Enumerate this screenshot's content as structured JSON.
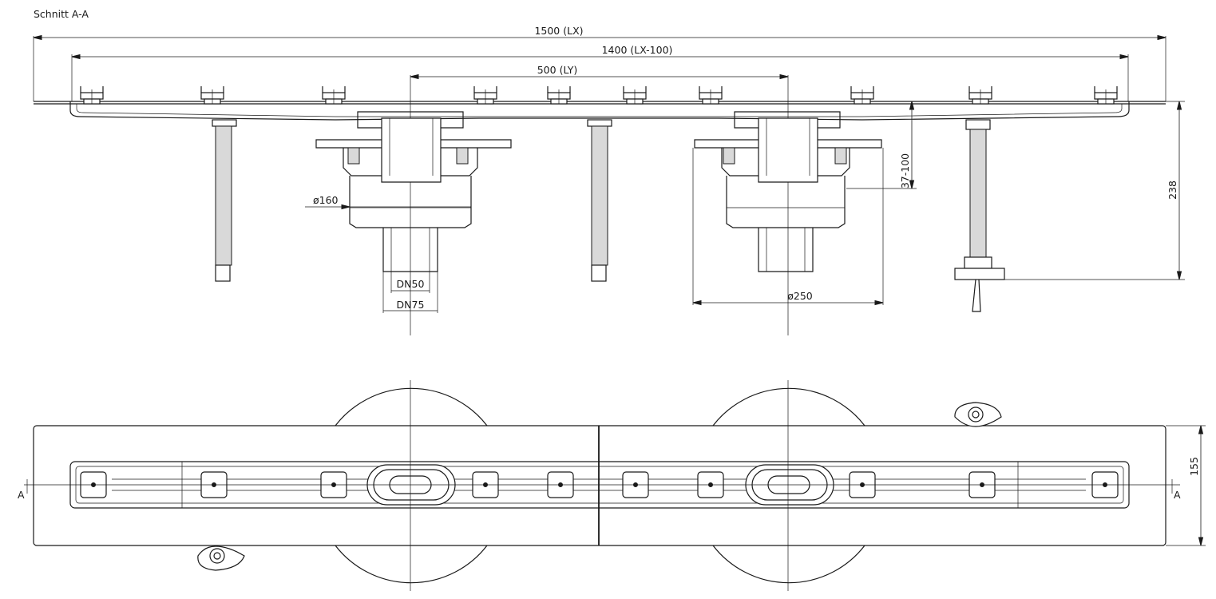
{
  "section_title": "Schnitt A-A",
  "dimensions": {
    "overall_length": "1500 (LX)",
    "inner_length": "1400 (LX-100)",
    "drain_spacing": "500 (LY)",
    "height_adjust": "37-100",
    "total_height": "238",
    "width": "155",
    "diameter_small_flange": "ø160",
    "diameter_large_flange": "ø250",
    "outlet_inner": "DN50",
    "outlet_outer": "DN75"
  },
  "section_markers": {
    "left": "A",
    "right": "A"
  }
}
